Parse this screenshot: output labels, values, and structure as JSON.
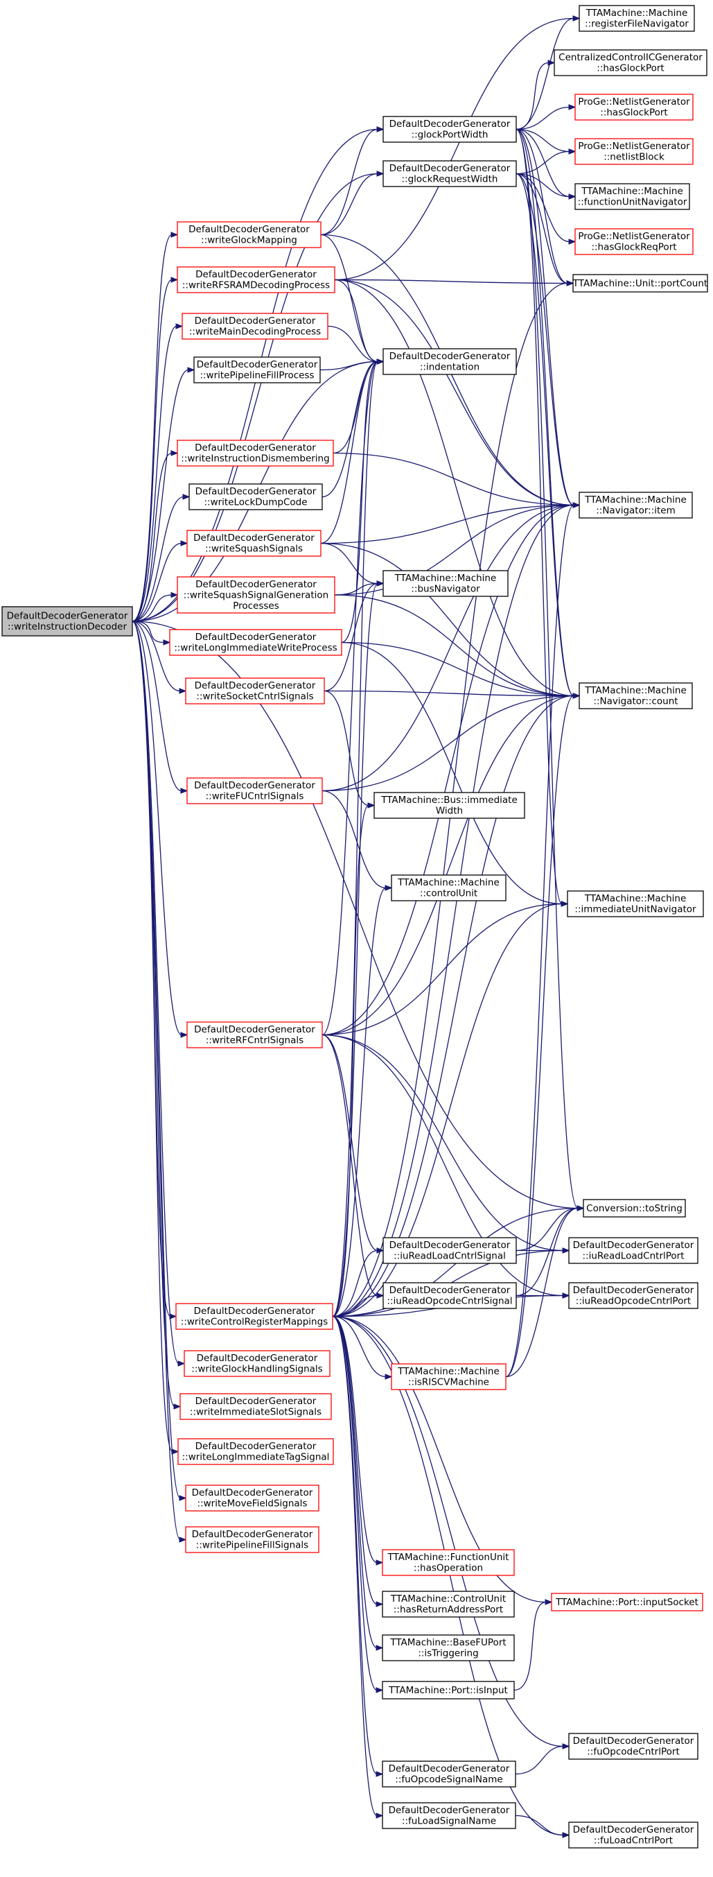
{
  "colors": {
    "edge": "#191970",
    "node_border_plain": "#000000",
    "node_border_linked": "#ff0000",
    "root_fill": "#bfbfbf",
    "node_fill": "#ffffff"
  },
  "root": "root",
  "nodes": [
    {
      "id": "root",
      "lines": [
        "DefaultDecoderGenerator",
        "::writeInstructionDecoder"
      ],
      "style": "root"
    },
    {
      "id": "wGM",
      "lines": [
        "DefaultDecoderGenerator",
        "::writeGlockMapping"
      ],
      "style": "red"
    },
    {
      "id": "wRFSRAM",
      "lines": [
        "DefaultDecoderGenerator",
        "::writeRFSRAMDecodingProcess"
      ],
      "style": "red"
    },
    {
      "id": "wMDP",
      "lines": [
        "DefaultDecoderGenerator",
        "::writeMainDecodingProcess"
      ],
      "style": "red"
    },
    {
      "id": "wPFP",
      "lines": [
        "DefaultDecoderGenerator",
        "::writePipelineFillProcess"
      ],
      "style": "black"
    },
    {
      "id": "wID",
      "lines": [
        "DefaultDecoderGenerator",
        "::writeInstructionDismembering"
      ],
      "style": "red"
    },
    {
      "id": "wLDC",
      "lines": [
        "DefaultDecoderGenerator",
        "::writeLockDumpCode"
      ],
      "style": "black"
    },
    {
      "id": "wSS",
      "lines": [
        "DefaultDecoderGenerator",
        "::writeSquashSignals"
      ],
      "style": "red"
    },
    {
      "id": "wSSGP",
      "lines": [
        "DefaultDecoderGenerator",
        "::writeSquashSignalGeneration",
        "Processes"
      ],
      "style": "red"
    },
    {
      "id": "wLIWP",
      "lines": [
        "DefaultDecoderGenerator",
        "::writeLongImmediateWriteProcess"
      ],
      "style": "red"
    },
    {
      "id": "wSCS",
      "lines": [
        "DefaultDecoderGenerator",
        "::writeSocketCntrlSignals"
      ],
      "style": "red"
    },
    {
      "id": "wFUCS",
      "lines": [
        "DefaultDecoderGenerator",
        "::writeFUCntrlSignals"
      ],
      "style": "red"
    },
    {
      "id": "wRFCS",
      "lines": [
        "DefaultDecoderGenerator",
        "::writeRFCntrlSignals"
      ],
      "style": "red"
    },
    {
      "id": "wCRM",
      "lines": [
        "DefaultDecoderGenerator",
        "::writeControlRegisterMappings"
      ],
      "style": "red"
    },
    {
      "id": "wGHS",
      "lines": [
        "DefaultDecoderGenerator",
        "::writeGlockHandlingSignals"
      ],
      "style": "red"
    },
    {
      "id": "wISS",
      "lines": [
        "DefaultDecoderGenerator",
        "::writeImmediateSlotSignals"
      ],
      "style": "red"
    },
    {
      "id": "wLITS",
      "lines": [
        "DefaultDecoderGenerator",
        "::writeLongImmediateTagSignal"
      ],
      "style": "red"
    },
    {
      "id": "wMFS",
      "lines": [
        "DefaultDecoderGenerator",
        "::writeMoveFieldSignals"
      ],
      "style": "red"
    },
    {
      "id": "wPFS",
      "lines": [
        "DefaultDecoderGenerator",
        "::writePipelineFillSignals"
      ],
      "style": "red"
    },
    {
      "id": "gPW",
      "lines": [
        "DefaultDecoderGenerator",
        "::glockPortWidth"
      ],
      "style": "black"
    },
    {
      "id": "gRW",
      "lines": [
        "DefaultDecoderGenerator",
        "::glockRequestWidth"
      ],
      "style": "black"
    },
    {
      "id": "ind",
      "lines": [
        "DefaultDecoderGenerator",
        "::indentation"
      ],
      "style": "black"
    },
    {
      "id": "busN",
      "lines": [
        "TTAMachine::Machine",
        "::busNavigator"
      ],
      "style": "black"
    },
    {
      "id": "busIW",
      "lines": [
        "TTAMachine::Bus::immediate",
        "Width"
      ],
      "style": "black"
    },
    {
      "id": "ctrlU",
      "lines": [
        "TTAMachine::Machine",
        "::controlUnit"
      ],
      "style": "black"
    },
    {
      "id": "iuRLCS",
      "lines": [
        "DefaultDecoderGenerator",
        "::iuReadLoadCntrlSignal"
      ],
      "style": "black"
    },
    {
      "id": "iuROCS",
      "lines": [
        "DefaultDecoderGenerator",
        "::iuReadOpcodeCntrlSignal"
      ],
      "style": "black"
    },
    {
      "id": "isRISCV",
      "lines": [
        "TTAMachine::Machine",
        "::isRISCVMachine"
      ],
      "style": "red"
    },
    {
      "id": "fuHasOp",
      "lines": [
        "TTAMachine::FunctionUnit",
        "::hasOperation"
      ],
      "style": "red"
    },
    {
      "id": "cuHRAP",
      "lines": [
        "TTAMachine::ControlUnit",
        "::hasReturnAddressPort"
      ],
      "style": "black"
    },
    {
      "id": "isTrig",
      "lines": [
        "TTAMachine::BaseFUPort",
        "::isTriggering"
      ],
      "style": "black"
    },
    {
      "id": "isInput",
      "lines": [
        "TTAMachine::Port::isInput"
      ],
      "style": "black"
    },
    {
      "id": "fuOSN",
      "lines": [
        "DefaultDecoderGenerator",
        "::fuOpcodeSignalName"
      ],
      "style": "black"
    },
    {
      "id": "fuLSN",
      "lines": [
        "DefaultDecoderGenerator",
        "::fuLoadSignalName"
      ],
      "style": "black"
    },
    {
      "id": "regFN",
      "lines": [
        "TTAMachine::Machine",
        "::registerFileNavigator"
      ],
      "style": "black"
    },
    {
      "id": "cHGP",
      "lines": [
        "CentralizedControlICGenerator",
        "::hasGlockPort"
      ],
      "style": "black"
    },
    {
      "id": "pHGP",
      "lines": [
        "ProGe::NetlistGenerator",
        "::hasGlockPort"
      ],
      "style": "red"
    },
    {
      "id": "pNB",
      "lines": [
        "ProGe::NetlistGenerator",
        "::netlistBlock"
      ],
      "style": "red"
    },
    {
      "id": "fuNav",
      "lines": [
        "TTAMachine::Machine",
        "::functionUnitNavigator"
      ],
      "style": "black"
    },
    {
      "id": "pHGRP",
      "lines": [
        "ProGe::NetlistGenerator",
        "::hasGlockReqPort"
      ],
      "style": "red"
    },
    {
      "id": "portCount",
      "lines": [
        "TTAMachine::Unit::portCount"
      ],
      "style": "black"
    },
    {
      "id": "navItem",
      "lines": [
        "TTAMachine::Machine",
        "::Navigator::item"
      ],
      "style": "black"
    },
    {
      "id": "navCount",
      "lines": [
        "TTAMachine::Machine",
        "::Navigator::count"
      ],
      "style": "black"
    },
    {
      "id": "immUN",
      "lines": [
        "TTAMachine::Machine",
        "::immediateUnitNavigator"
      ],
      "style": "black"
    },
    {
      "id": "toStr",
      "lines": [
        "Conversion::toString"
      ],
      "style": "black"
    },
    {
      "id": "iuRLCP",
      "lines": [
        "DefaultDecoderGenerator",
        "::iuReadLoadCntrlPort"
      ],
      "style": "black"
    },
    {
      "id": "iuROCP",
      "lines": [
        "DefaultDecoderGenerator",
        "::iuReadOpcodeCntrlPort"
      ],
      "style": "black"
    },
    {
      "id": "inSock",
      "lines": [
        "TTAMachine::Port::inputSocket"
      ],
      "style": "red"
    },
    {
      "id": "fuOCP",
      "lines": [
        "DefaultDecoderGenerator",
        "::fuOpcodeCntrlPort"
      ],
      "style": "black"
    },
    {
      "id": "fuLCP",
      "lines": [
        "DefaultDecoderGenerator",
        "::fuLoadCntrlPort"
      ],
      "style": "black"
    }
  ],
  "edges": [
    [
      "root",
      "wGM"
    ],
    [
      "root",
      "wRFSRAM"
    ],
    [
      "root",
      "wMDP"
    ],
    [
      "root",
      "wPFP"
    ],
    [
      "root",
      "wID"
    ],
    [
      "root",
      "wLDC"
    ],
    [
      "root",
      "wSS"
    ],
    [
      "root",
      "wSSGP"
    ],
    [
      "root",
      "wLIWP"
    ],
    [
      "root",
      "wSCS"
    ],
    [
      "root",
      "wFUCS"
    ],
    [
      "root",
      "wRFCS"
    ],
    [
      "root",
      "wCRM"
    ],
    [
      "root",
      "wGHS"
    ],
    [
      "root",
      "wISS"
    ],
    [
      "root",
      "wLITS"
    ],
    [
      "root",
      "wMFS"
    ],
    [
      "root",
      "wPFS"
    ],
    [
      "root",
      "gPW"
    ],
    [
      "root",
      "gRW"
    ],
    [
      "root",
      "ind"
    ],
    [
      "root",
      "toStr"
    ],
    [
      "wGM",
      "gRW"
    ],
    [
      "wGM",
      "gPW"
    ],
    [
      "wGM",
      "ind"
    ],
    [
      "wGM",
      "navItem"
    ],
    [
      "wRFSRAM",
      "regFN"
    ],
    [
      "wRFSRAM",
      "ind"
    ],
    [
      "wRFSRAM",
      "portCount"
    ],
    [
      "wRFSRAM",
      "navItem"
    ],
    [
      "wRFSRAM",
      "navCount"
    ],
    [
      "wMDP",
      "ind"
    ],
    [
      "wPFP",
      "ind"
    ],
    [
      "wID",
      "ind"
    ],
    [
      "wID",
      "navItem"
    ],
    [
      "wLDC",
      "ind"
    ],
    [
      "wSS",
      "ind"
    ],
    [
      "wSS",
      "busN"
    ],
    [
      "wSS",
      "navItem"
    ],
    [
      "wSS",
      "navCount"
    ],
    [
      "wSSGP",
      "busN"
    ],
    [
      "wSSGP",
      "navItem"
    ],
    [
      "wSSGP",
      "navCount"
    ],
    [
      "wLIWP",
      "ind"
    ],
    [
      "wLIWP",
      "navCount"
    ],
    [
      "wLIWP",
      "immUN"
    ],
    [
      "wSCS",
      "busN"
    ],
    [
      "wSCS",
      "navCount"
    ],
    [
      "wSCS",
      "busIW"
    ],
    [
      "wFUCS",
      "navItem"
    ],
    [
      "wFUCS",
      "ctrlU"
    ],
    [
      "wFUCS",
      "navCount"
    ],
    [
      "wRFCS",
      "ind"
    ],
    [
      "wRFCS",
      "navItem"
    ],
    [
      "wRFCS",
      "navCount"
    ],
    [
      "wRFCS",
      "immUN"
    ],
    [
      "wRFCS",
      "iuRLCS"
    ],
    [
      "wRFCS",
      "iuROCS"
    ],
    [
      "wRFCS",
      "iuRLCP"
    ],
    [
      "wRFCS",
      "iuROCP"
    ],
    [
      "wCRM",
      "ind"
    ],
    [
      "wCRM",
      "busN"
    ],
    [
      "wCRM",
      "busIW"
    ],
    [
      "wCRM",
      "ctrlU"
    ],
    [
      "wCRM",
      "navItem"
    ],
    [
      "wCRM",
      "navCount"
    ],
    [
      "wCRM",
      "immUN"
    ],
    [
      "wCRM",
      "portCount"
    ],
    [
      "wCRM",
      "iuRLCS"
    ],
    [
      "wCRM",
      "iuROCS"
    ],
    [
      "wCRM",
      "isRISCV"
    ],
    [
      "wCRM",
      "iuRLCP"
    ],
    [
      "wCRM",
      "iuROCP"
    ],
    [
      "wCRM",
      "toStr"
    ],
    [
      "wCRM",
      "fuHasOp"
    ],
    [
      "wCRM",
      "cuHRAP"
    ],
    [
      "wCRM",
      "isTrig"
    ],
    [
      "wCRM",
      "isInput"
    ],
    [
      "wCRM",
      "inSock"
    ],
    [
      "wCRM",
      "fuOSN"
    ],
    [
      "wCRM",
      "fuLSN"
    ],
    [
      "wCRM",
      "fuOCP"
    ],
    [
      "wCRM",
      "fuLCP"
    ],
    [
      "gPW",
      "regFN"
    ],
    [
      "gPW",
      "cHGP"
    ],
    [
      "gPW",
      "pHGP"
    ],
    [
      "gPW",
      "pNB"
    ],
    [
      "gPW",
      "fuNav"
    ],
    [
      "gPW",
      "portCount"
    ],
    [
      "gPW",
      "navItem"
    ],
    [
      "gPW",
      "navCount"
    ],
    [
      "gPW",
      "immUN"
    ],
    [
      "gPW",
      "toStr"
    ],
    [
      "gRW",
      "pNB"
    ],
    [
      "gRW",
      "fuNav"
    ],
    [
      "gRW",
      "pHGRP"
    ],
    [
      "gRW",
      "portCount"
    ],
    [
      "gRW",
      "navItem"
    ],
    [
      "gRW",
      "navCount"
    ],
    [
      "iuRLCS",
      "iuRLCP"
    ],
    [
      "iuRLCS",
      "toStr"
    ],
    [
      "iuROCS",
      "iuROCP"
    ],
    [
      "iuROCS",
      "toStr"
    ],
    [
      "isRISCV",
      "navItem"
    ],
    [
      "isRISCV",
      "navCount"
    ],
    [
      "isRISCV",
      "toStr"
    ],
    [
      "isInput",
      "inSock"
    ],
    [
      "fuOSN",
      "fuOCP"
    ],
    [
      "fuLSN",
      "fuLCP"
    ]
  ]
}
